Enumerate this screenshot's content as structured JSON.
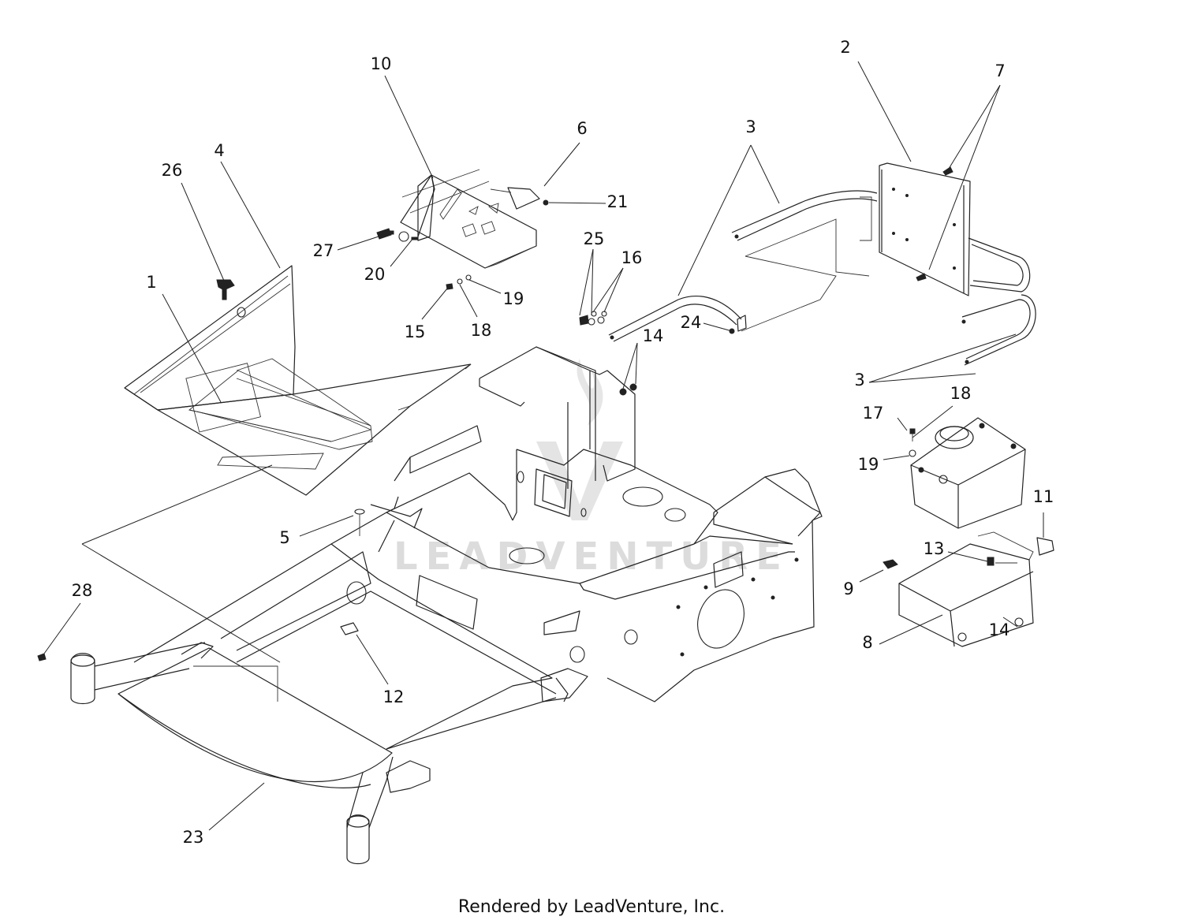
{
  "watermark": {
    "text": "LEADVENTURE"
  },
  "footer": {
    "text": "Rendered by LeadVenture, Inc."
  },
  "callouts": [
    {
      "id": "c1",
      "label": "1"
    },
    {
      "id": "c2",
      "label": "2"
    },
    {
      "id": "c3a",
      "label": "3"
    },
    {
      "id": "c3b",
      "label": "3"
    },
    {
      "id": "c4",
      "label": "4"
    },
    {
      "id": "c5",
      "label": "5"
    },
    {
      "id": "c6",
      "label": "6"
    },
    {
      "id": "c7",
      "label": "7"
    },
    {
      "id": "c8",
      "label": "8"
    },
    {
      "id": "c9",
      "label": "9"
    },
    {
      "id": "c10",
      "label": "10"
    },
    {
      "id": "c11",
      "label": "11"
    },
    {
      "id": "c12",
      "label": "12"
    },
    {
      "id": "c13",
      "label": "13"
    },
    {
      "id": "c14a",
      "label": "14"
    },
    {
      "id": "c14b",
      "label": "14"
    },
    {
      "id": "c15",
      "label": "15"
    },
    {
      "id": "c16",
      "label": "16"
    },
    {
      "id": "c17",
      "label": "17"
    },
    {
      "id": "c18a",
      "label": "18"
    },
    {
      "id": "c18b",
      "label": "18"
    },
    {
      "id": "c19a",
      "label": "19"
    },
    {
      "id": "c19b",
      "label": "19"
    },
    {
      "id": "c20",
      "label": "20"
    },
    {
      "id": "c21",
      "label": "21"
    },
    {
      "id": "c23",
      "label": "23"
    },
    {
      "id": "c24",
      "label": "24"
    },
    {
      "id": "c25",
      "label": "25"
    },
    {
      "id": "c26",
      "label": "26"
    },
    {
      "id": "c27",
      "label": "27"
    },
    {
      "id": "c28",
      "label": "28"
    }
  ]
}
